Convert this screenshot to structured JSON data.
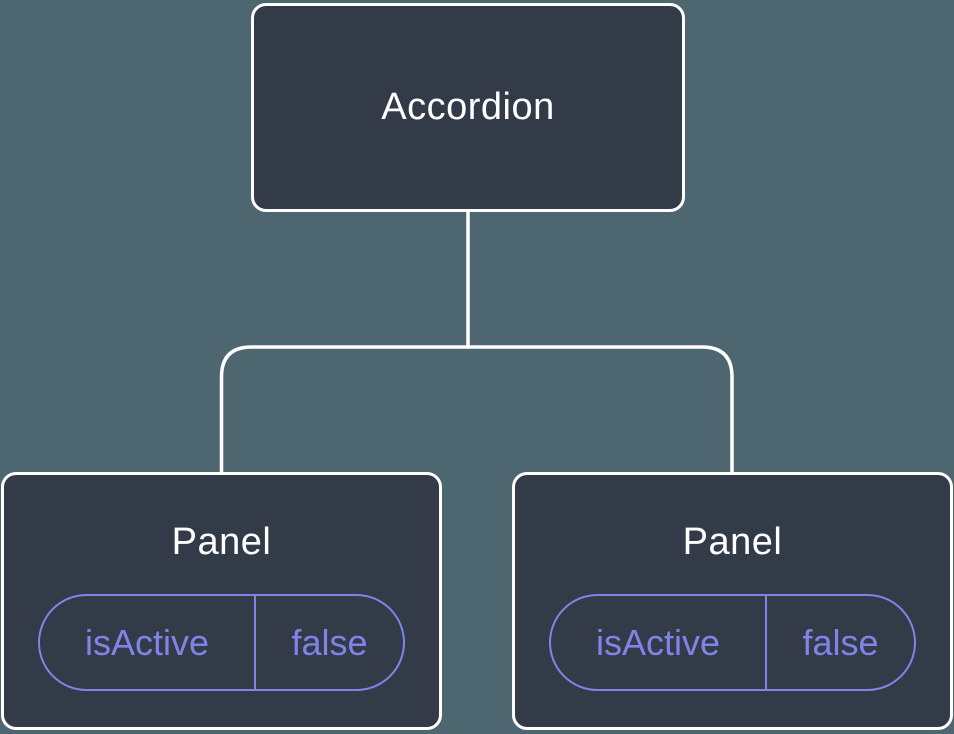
{
  "tree": {
    "root_label": "Accordion",
    "panels": [
      {
        "title": "Panel",
        "prop_name": "isActive",
        "prop_value": "false"
      },
      {
        "title": "Panel",
        "prop_name": "isActive",
        "prop_value": "false"
      }
    ]
  },
  "colors": {
    "background": "#4D6670",
    "node_fill": "#343B48",
    "node_border": "#FFFFFF",
    "node_text": "#FFFFFF",
    "connector": "#FFFFFF",
    "accent_purple": "#7F84E8"
  }
}
